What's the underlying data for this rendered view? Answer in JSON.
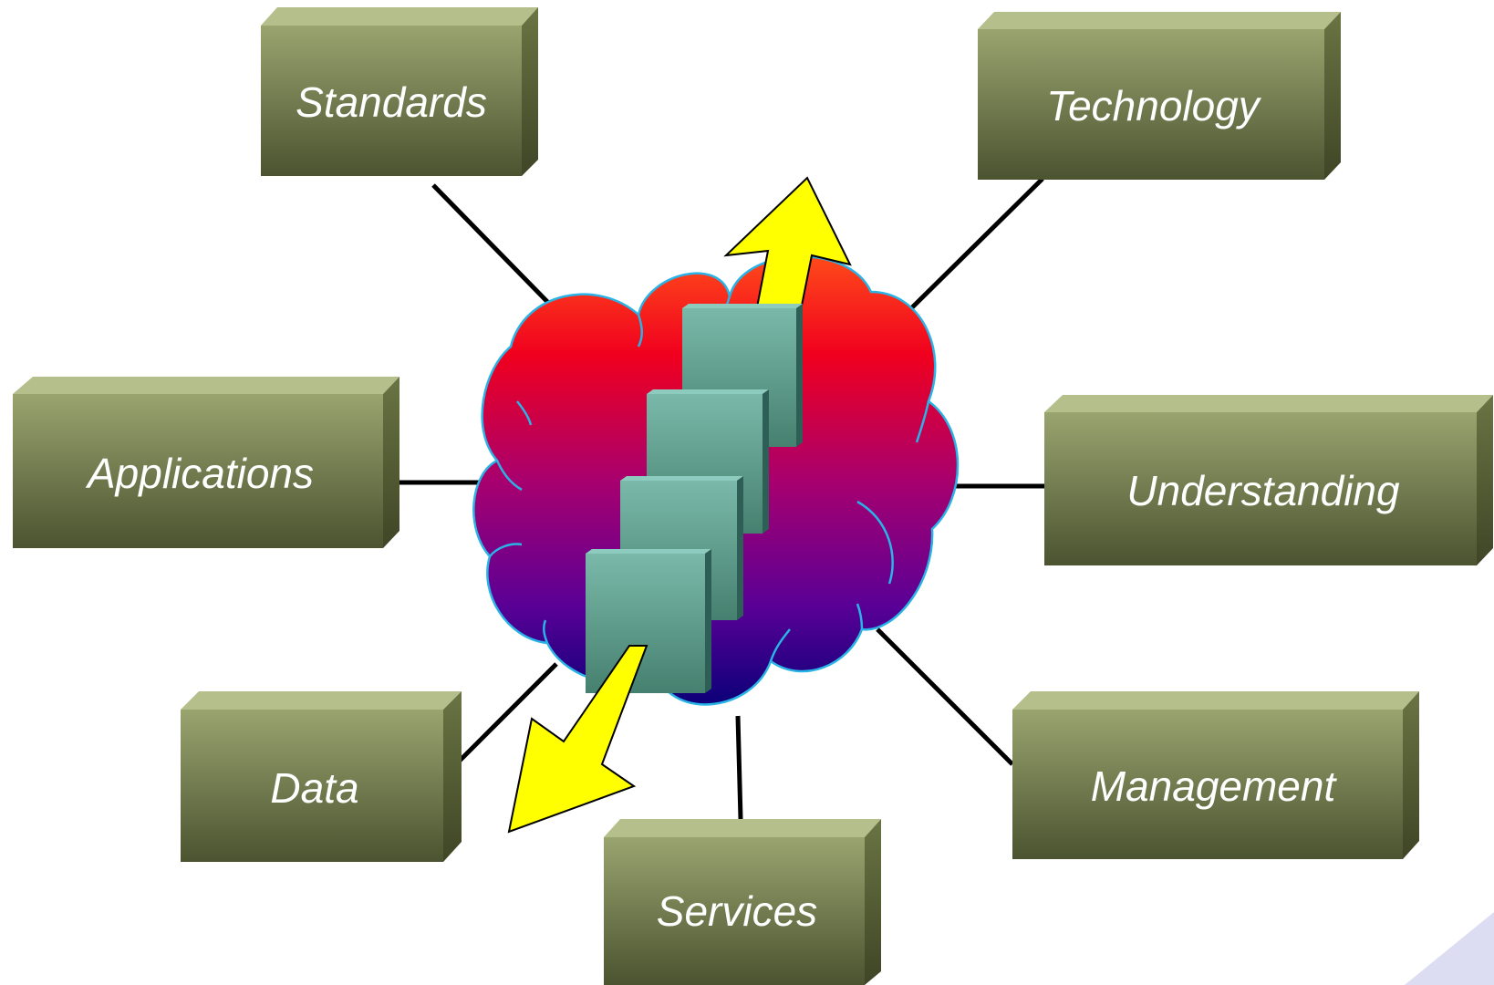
{
  "diagram": {
    "labels": {
      "standards": "Standards",
      "technology": "Technology",
      "applications": "Applications",
      "understanding": "Understanding",
      "data": "Data",
      "management": "Management",
      "services": "Services"
    },
    "colors": {
      "box_top_face": "#b4bf8c",
      "box_front_top": "#9aa46f",
      "box_front_bottom": "#4b5330",
      "box_side": "#565f36",
      "connector": "#000000",
      "cloud_top": "#ff2a1a",
      "cloud_mid": "#b1006e",
      "cloud_bottom": "#0c007d",
      "cloud_outline": "#2ab3e6",
      "step_front": "#5f9e91",
      "step_side": "#2d5f56",
      "arrow_fill": "#ffff00",
      "arrow_outline": "#000000",
      "corner_accent": "#dcdcf2"
    }
  }
}
